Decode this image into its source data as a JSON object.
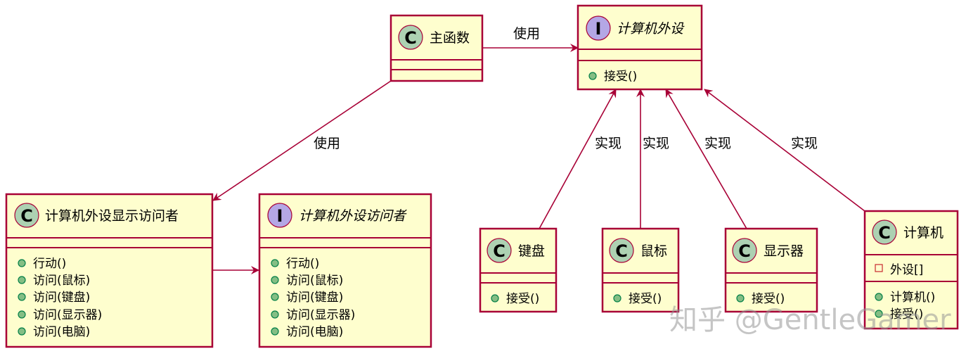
{
  "classes": {
    "main": {
      "badge": "C",
      "name": "主函数",
      "fields": [],
      "methods": []
    },
    "peripheral": {
      "badge": "I",
      "name": "计算机外设",
      "fields": [],
      "methods": [
        "接受()"
      ]
    },
    "display_visitor": {
      "badge": "C",
      "name": "计算机外设显示访问者",
      "fields": [],
      "methods": [
        "行动()",
        "访问(鼠标)",
        "访问(键盘)",
        "访问(显示器)",
        "访问(电脑)"
      ]
    },
    "visitor": {
      "badge": "I",
      "name": "计算机外设访问者",
      "fields": [],
      "methods": [
        "行动()",
        "访问(鼠标)",
        "访问(键盘)",
        "访问(显示器)",
        "访问(电脑)"
      ]
    },
    "keyboard": {
      "badge": "C",
      "name": "键盘",
      "fields": [],
      "methods": [
        "接受()"
      ]
    },
    "mouse": {
      "badge": "C",
      "name": "鼠标",
      "fields": [],
      "methods": [
        "接受()"
      ]
    },
    "monitor": {
      "badge": "C",
      "name": "显示器",
      "fields": [],
      "methods": [
        "接受()"
      ]
    },
    "computer": {
      "badge": "C",
      "name": "计算机",
      "fields": [
        "外设[]"
      ],
      "methods": [
        "计算机()",
        "接受()"
      ]
    }
  },
  "relations": {
    "main_uses_peripheral": "使用",
    "main_uses_display_visitor": "使用",
    "keyboard_implements": "实现",
    "mouse_implements": "实现",
    "monitor_implements": "实现",
    "computer_implements": "实现"
  },
  "watermark": "知乎 @GentleGamer",
  "colors": {
    "box_fill": "#FEFECE",
    "border": "#A80036",
    "class_badge": "#ADD1B2",
    "interface_badge": "#B4A7E5",
    "public_dot": "#84BE84",
    "private_square": "#C82930"
  }
}
